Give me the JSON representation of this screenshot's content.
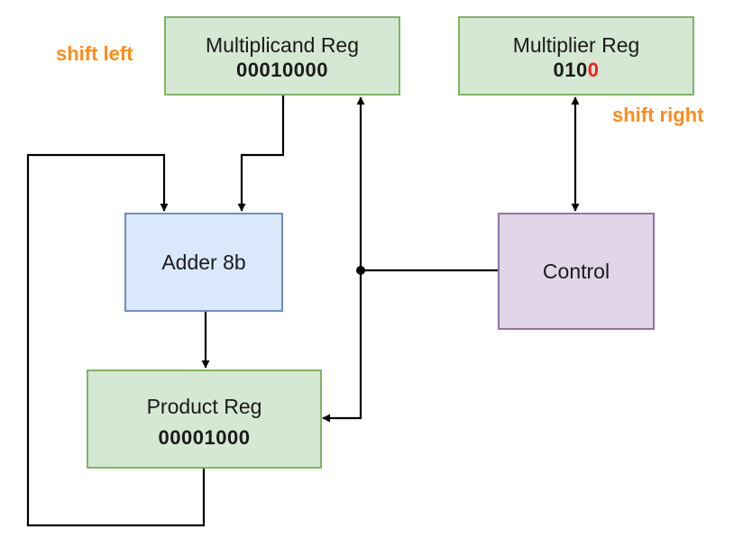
{
  "nodes": {
    "multiplicand": {
      "title": "Multiplicand Reg",
      "value": "00010000"
    },
    "multiplier": {
      "title": "Multiplier Reg",
      "value_prefix": "010",
      "value_highlight": "0"
    },
    "adder": {
      "title": "Adder 8b"
    },
    "control": {
      "title": "Control"
    },
    "product": {
      "title": "Product Reg",
      "value": "00001000"
    }
  },
  "annotations": {
    "multiplicand": "shift left",
    "multiplier": "shift right"
  },
  "colors": {
    "register_fill": "#d5e8d4",
    "register_stroke": "#82b366",
    "adder_fill": "#dae8fc",
    "adder_stroke": "#6c8ebf",
    "control_fill": "#e1d5e7",
    "control_stroke": "#9673a6",
    "annotation": "#ff8c1a",
    "highlight_bit": "#ff1a1a",
    "wire": "#000000"
  }
}
